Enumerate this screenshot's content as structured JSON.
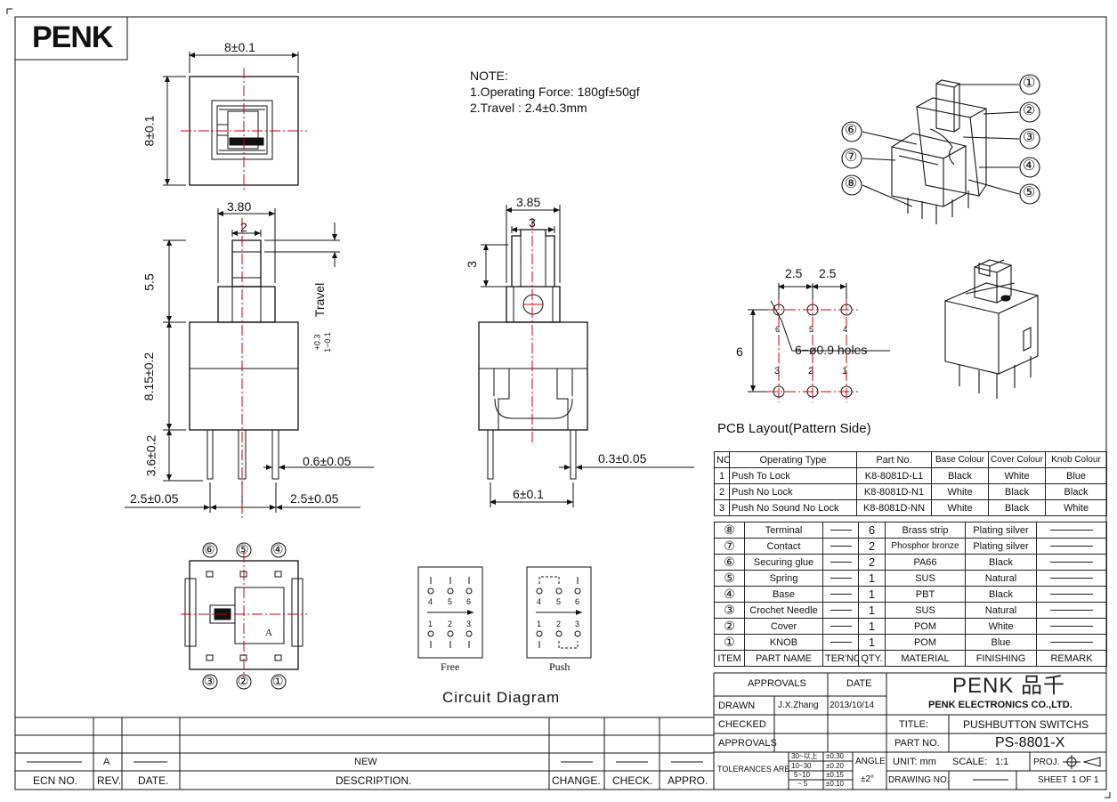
{
  "logo": "PENK",
  "note": {
    "title": "NOTE:",
    "line1": "1.Operating Force: 180gf±50gf",
    "line2": "2.Travel : 2.4±0.3mm"
  },
  "dims": {
    "top_width": "8±0.1",
    "top_height": "8±0.1",
    "front_width": "3.80",
    "knob": "2",
    "knob_height": "5.5",
    "travel": "Travel",
    "travel_tol_plus": "+0.3",
    "travel_tol_minus": "1−0.1",
    "body_height": "8.15±0.2",
    "pin_length": "3.6±0.2",
    "pin_dia": "0.6±0.05",
    "pitch_left": "2.5±0.05",
    "pitch_right": "2.5±0.05",
    "side_width": "3.85",
    "side_inner": "3",
    "side_height": "3",
    "pin_thick": "0.3±0.05",
    "side_base": "6±0.1"
  },
  "pcb": {
    "pitch1": "2.5",
    "pitch2": "2.5",
    "height": "6",
    "holes": "6−ø0.9 holes",
    "top_nums": [
      "6",
      "5",
      "4"
    ],
    "bottom_nums": [
      "3",
      "2",
      "1"
    ],
    "caption": "PCB Layout(Pattern Side)"
  },
  "callouts": [
    "①",
    "②",
    "③",
    "④",
    "⑤",
    "⑥",
    "⑦",
    "⑧"
  ],
  "bottom_view": {
    "top_nums": [
      "⑥",
      "⑤",
      "④"
    ],
    "bottom_nums": [
      "③",
      "②",
      "①"
    ],
    "mark": "A"
  },
  "circuit": {
    "top_nums": [
      "4",
      "5",
      "6"
    ],
    "bottom_nums": [
      "1",
      "2",
      "3"
    ],
    "free_label": "Free",
    "push_label": "Push",
    "caption": "Circuit Diagram"
  },
  "operating_table": {
    "headers": [
      "NO.",
      "Operating Type",
      "Part No.",
      "Base Colour",
      "Cover Colour",
      "Knob Colour"
    ],
    "rows": [
      [
        "1",
        "Push To Lock",
        "K8-8081D-L1",
        "Black",
        "White",
        "Blue"
      ],
      [
        "2",
        "Push No Lock",
        "K8-8081D-N1",
        "White",
        "Black",
        "Black"
      ],
      [
        "3",
        "Push No Sound No Lock",
        "K8-8081D-NN",
        "White",
        "Black",
        "White"
      ]
    ]
  },
  "parts_table": {
    "rows": [
      [
        "⑧",
        "Terminal",
        "6",
        "Brass strip",
        "Plating silver"
      ],
      [
        "⑦",
        "Contact",
        "2",
        "Phosphor bronze",
        "Plating silver"
      ],
      [
        "⑥",
        "Securing glue",
        "2",
        "PA66",
        "Black"
      ],
      [
        "⑤",
        "Spring",
        "1",
        "SUS",
        "Natural"
      ],
      [
        "④",
        "Base",
        "1",
        "PBT",
        "Black"
      ],
      [
        "③",
        "Crochet Needle",
        "1",
        "SUS",
        "Natural"
      ],
      [
        "②",
        "Cover",
        "1",
        "POM",
        "White"
      ],
      [
        "①",
        "KNOB",
        "1",
        "POM",
        "Blue"
      ]
    ],
    "headers": [
      "ITEM",
      "PART NAME",
      "TER'NO.",
      "QTY.",
      "MATERIAL",
      "FINISHING",
      "REMARK"
    ]
  },
  "title_block": {
    "approvals": "APPROVALS",
    "date": "DATE",
    "drawn": "DRAWN",
    "drawn_by": "J.X.Zhang",
    "drawn_date": "2013/10/14",
    "checked": "CHECKED",
    "approvals2": "APPROVALS",
    "company_logo": "PENK 品千",
    "company_name": "PENK ELECTRONICS CO.,LTD.",
    "title_label": "TITLE:",
    "title": "PUSHBUTTON SWITCHS",
    "part_no_label": "PART NO.",
    "part_no": "PS-8801-X",
    "tolerances": "TOLERANCES ARE",
    "tol_ranges": [
      "30~以上",
      "10~30",
      "5~10",
      "~ 5"
    ],
    "tol_values": [
      "±0.30",
      "±0.20",
      "±0.15",
      "±0.10"
    ],
    "angle": "ANGLE",
    "angle_value": "±2°",
    "unit": "UNIT: mm",
    "scale_label": "SCALE:",
    "scale": "1:1",
    "proj": "PROJ.",
    "drawing_no": "DRAWING NO.",
    "sheet": "SHEET",
    "sheet_value": "1 OF 1"
  },
  "revision": {
    "headers": [
      "ECN NO.",
      "REV.",
      "DATE.",
      "DESCRIPTION.",
      "CHANGE.",
      "CHECK.",
      "APPRO."
    ],
    "rev": "A",
    "description": "NEW"
  }
}
